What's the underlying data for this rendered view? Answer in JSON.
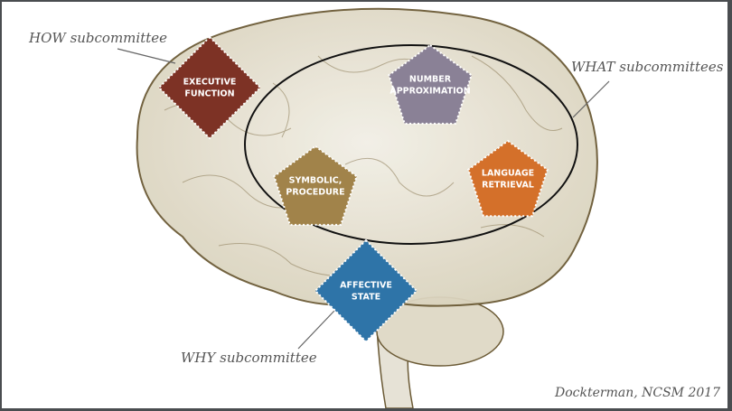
{
  "labels": {
    "how": "HOW subcommittee",
    "what": "WHAT subcommittees",
    "why": "WHY subcommittee",
    "credit": "Dockterman, NCSM 2017"
  },
  "regions": [
    {
      "id": "executive-function",
      "shape": "diamond",
      "lines": [
        "EXECUTIVE",
        "FUNCTION"
      ],
      "color": "#7d3225"
    },
    {
      "id": "number-approximation",
      "shape": "pentagon",
      "lines": [
        "NUMBER",
        "APPROXIMATION"
      ],
      "color": "#8a8196"
    },
    {
      "id": "symbolic-procedure",
      "shape": "pentagon",
      "lines": [
        "SYMBOLIC,",
        "PROCEDURE"
      ],
      "color": "#a1834a"
    },
    {
      "id": "language-retrieval",
      "shape": "pentagon",
      "lines": [
        "LANGUAGE",
        "RETRIEVAL"
      ],
      "color": "#d4702a"
    },
    {
      "id": "affective-state",
      "shape": "diamond",
      "lines": [
        "AFFECTIVE",
        "STATE"
      ],
      "color": "#2e74a8"
    }
  ],
  "colors": {
    "brain_fill": "#e8e4d6",
    "brain_stroke": "#6b5a35",
    "ellipse": "#111111"
  }
}
